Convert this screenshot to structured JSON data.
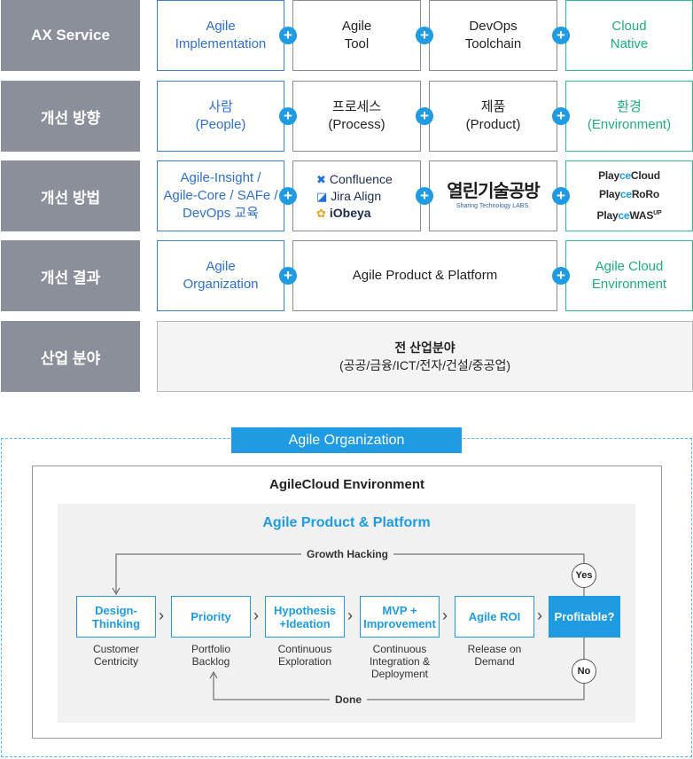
{
  "rows": [
    {
      "label": "AX Service",
      "cells": [
        "Agile\nImplementation",
        "Agile\nTool",
        "DevOps\nToolchain",
        "Cloud\nNative"
      ]
    },
    {
      "label": "개선 방향",
      "cells": [
        "사람\n(People)",
        "프로세스\n(Process)",
        "제품\n(Product)",
        "환경\n(Environment)"
      ]
    },
    {
      "label": "개선 방법",
      "cells": [
        "Agile-Insight /\nAgile-Core / SAFe /\nDevOps 교육"
      ]
    },
    {
      "label": "개선 결과",
      "cells": [
        "Agile\nOrganization",
        "Agile Product & Platform",
        "Agile Cloud\nEnvironment"
      ]
    },
    {
      "label": "산업 분야",
      "cells": [
        "전 산업분야",
        "(공공/금융/ICT/전자/건설/중공업)"
      ]
    }
  ],
  "tools": {
    "confluence": "Confluence",
    "jira_align": "Jira Align",
    "iobeya": "iObeya",
    "open_lab_name": "열린기술공방",
    "open_lab_sub": "Sharing Technology LABS.",
    "playce": [
      {
        "prefix": "Playce",
        "suffix": "Cloud"
      },
      {
        "prefix": "Playce",
        "suffix": "RoRo"
      },
      {
        "prefix": "Playce",
        "suffix": "WAS",
        "sup": "UP"
      }
    ]
  },
  "plus_symbol": "+",
  "diagram": {
    "org_label": "Agile Organization",
    "env_title": "AgileCloud Environment",
    "platform_title": "Agile Product & Platform",
    "growth_label": "Growth Hacking",
    "done_label": "Done",
    "yes_label": "Yes",
    "no_label": "No",
    "decision": "Profitable?",
    "chevron": "›",
    "steps": [
      {
        "title": "Design-\nThinking",
        "sub": "Customer\nCentricity"
      },
      {
        "title": "Priority",
        "sub": "Portfolio\nBacklog"
      },
      {
        "title": "Hypothesis\n+Ideation",
        "sub": "Continuous\nExploration"
      },
      {
        "title": "MVP +\nImprovement",
        "sub": "Continuous\nIntegration &\nDeployment"
      },
      {
        "title": "Agile ROI",
        "sub": "Release on\nDemand"
      }
    ]
  },
  "colors": {
    "accent": "#1e9be3",
    "blue": "#2f6fd0",
    "green": "#1fae7b",
    "header": "#8a8f99"
  }
}
